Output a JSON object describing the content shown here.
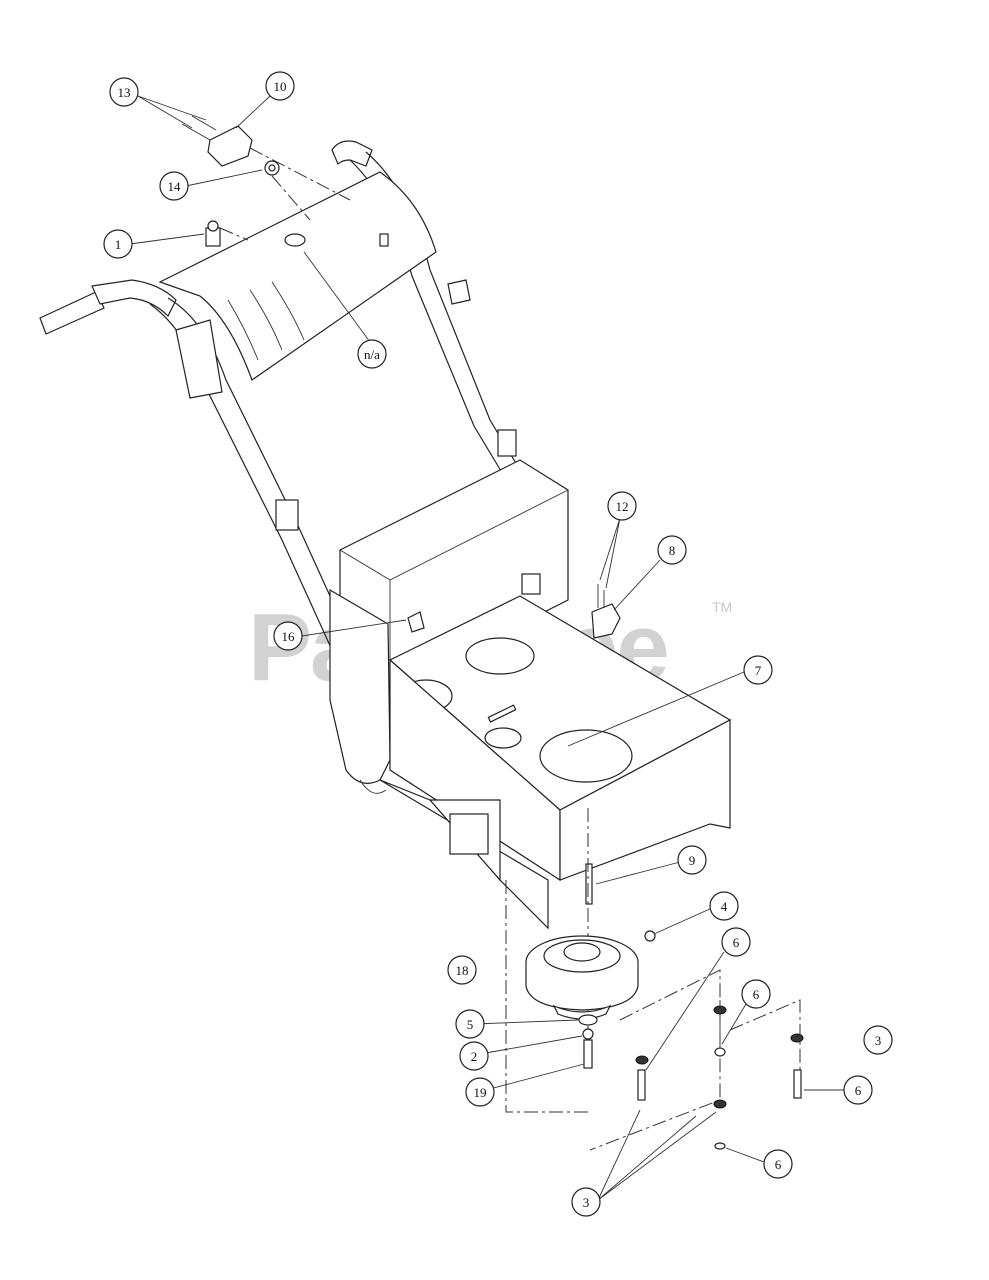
{
  "watermark": {
    "text": "PartsTree",
    "trademark": "TM"
  },
  "callouts": [
    {
      "id": "c13",
      "label": "13"
    },
    {
      "id": "c10",
      "label": "10"
    },
    {
      "id": "c14",
      "label": "14"
    },
    {
      "id": "c1",
      "label": "1"
    },
    {
      "id": "c_na",
      "label": "n/a"
    },
    {
      "id": "c12",
      "label": "12"
    },
    {
      "id": "c8",
      "label": "8"
    },
    {
      "id": "c16",
      "label": "16"
    },
    {
      "id": "c7",
      "label": "7"
    },
    {
      "id": "c9",
      "label": "9"
    },
    {
      "id": "c4",
      "label": "4"
    },
    {
      "id": "c6a",
      "label": "6"
    },
    {
      "id": "c6b",
      "label": "6"
    },
    {
      "id": "c18",
      "label": "18"
    },
    {
      "id": "c5",
      "label": "5"
    },
    {
      "id": "c3a",
      "label": "3"
    },
    {
      "id": "c2",
      "label": "2"
    },
    {
      "id": "c19",
      "label": "19"
    },
    {
      "id": "c6c",
      "label": "6"
    },
    {
      "id": "c6d",
      "label": "6"
    },
    {
      "id": "c3b",
      "label": "3"
    }
  ]
}
